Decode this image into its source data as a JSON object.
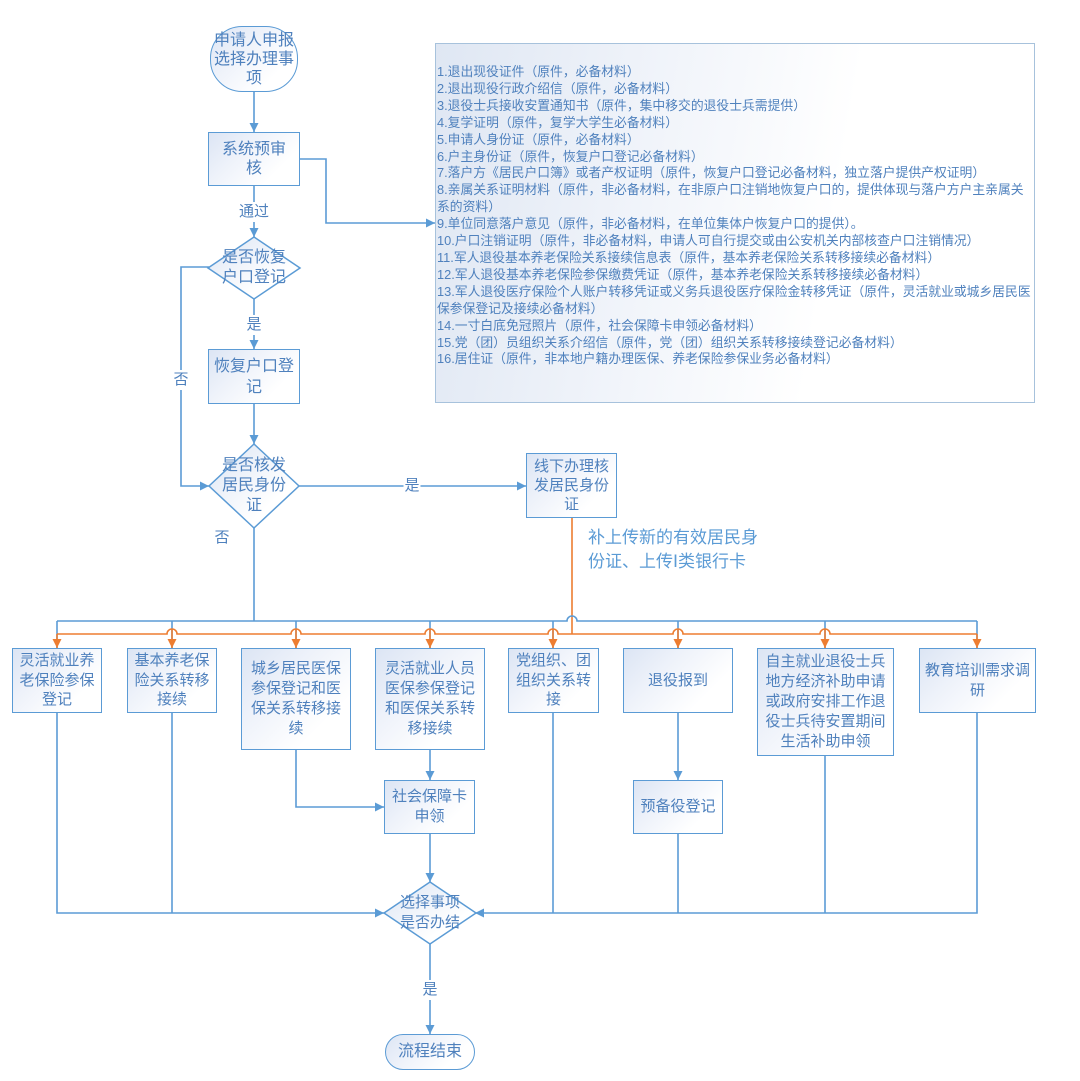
{
  "colors": {
    "line_blue": "#5b9bd5",
    "line_orange": "#ed7d31",
    "text_blue": "#4f81bd",
    "box_border": "#5b9bd5",
    "panel_border": "#a7c2dc"
  },
  "flowchart": {
    "start": "申请人申报选择办理事项",
    "precheck": "系统预审核",
    "decision_restore_hukou": "是否恢复户口登记",
    "restore_hukou": "恢复户口登记",
    "decision_id_card": "是否核发居民身份证",
    "offline_id_card": "线下办理核发居民身份证",
    "annotation": "补上传新的有效居民身份证、上传Ⅰ类银行卡",
    "services": [
      "灵活就业养老保险参保登记",
      "基本养老保险关系转移接续",
      "城乡居民医保参保登记和医保关系转移接续",
      "灵活就业人员医保参保登记和医保关系转移接续",
      "党组织、团组织关系转接",
      "退役报到",
      "自主就业退役士兵地方经济补助申请或政府安排工作退役士兵待安置期间生活补助申领",
      "教育培训需求调研"
    ],
    "social_security_card": "社会保障卡申领",
    "reserve_registration": "预备役登记",
    "decision_done": "选择事项是否办结",
    "end": "流程结束",
    "edge_labels": {
      "pass": "通过",
      "restore_yes": "是",
      "restore_no": "否",
      "id_yes": "是",
      "id_no": "否",
      "done_yes": "是"
    }
  },
  "materials": {
    "items": [
      "1.退出现役证件（原件，必备材料）",
      "2.退出现役行政介绍信（原件，必备材料）",
      "3.退役士兵接收安置通知书（原件，集中移交的退役士兵需提供）",
      "4.复学证明（原件，复学大学生必备材料）",
      "5.申请人身份证（原件，必备材料）",
      "6.户主身份证（原件，恢复户口登记必备材料）",
      "7.落户方《居民户口簿》或者产权证明（原件，恢复户口登记必备材料，独立落户提供产权证明）",
      "8.亲属关系证明材料（原件，非必备材料，在非原户口注销地恢复户口的，提供体现与落户方户主亲属关系的资料）",
      "9.单位同意落户意见（原件，非必备材料，在单位集体户恢复户口的提供）。",
      "10.户口注销证明（原件，非必备材料，申请人可自行提交或由公安机关内部核查户口注销情况）",
      "11.军人退役基本养老保险关系接续信息表（原件，基本养老保险关系转移接续必备材料）",
      "12.军人退役基本养老保险参保缴费凭证（原件，基本养老保险关系转移接续必备材料）",
      "13.军人退役医疗保险个人账户转移凭证或义务兵退役医疗保险金转移凭证（原件，灵活就业或城乡居民医保参保登记及接续必备材料）",
      "14.一寸白底免冠照片（原件，社会保障卡申领必备材料）",
      "15.党（团）员组织关系介绍信（原件，党（团）组织关系转移接续登记必备材料）",
      "16.居住证（原件，非本地户籍办理医保、养老保险参保业务必备材料）"
    ]
  }
}
